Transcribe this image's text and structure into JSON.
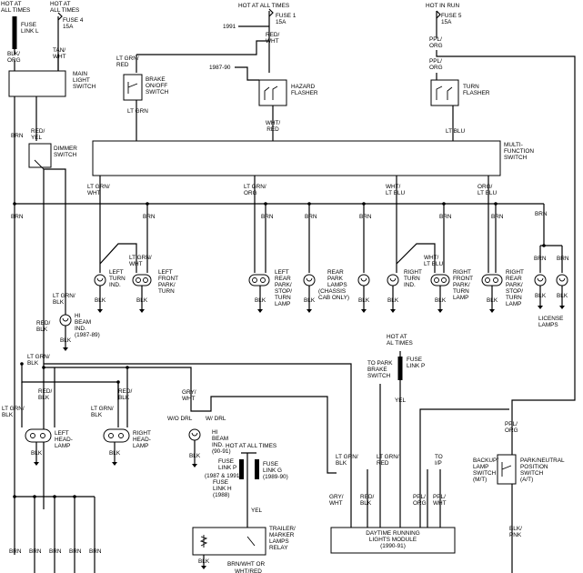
{
  "hot_all_times": "HOT AT ALL TIMES",
  "fuse_link_l": "FUSE LINK L",
  "fuse_4": "FUSE 4 15A",
  "fuse_1": "FUSE 1 15A",
  "hot_in_run": "HOT IN RUN",
  "fuse_5": "FUSE 5 15A",
  "main_light_switch": "MAIN LIGHT SWITCH",
  "brake_switch": "BRAKE ON/OFF SWITCH",
  "hazard_flasher": "HAZARD FLASHER",
  "turn_flasher": "TURN FLASHER",
  "dimmer_switch": "DIMMER SWITCH",
  "multifunction_switch": "MULTI-FUNCTION SWITCH",
  "yr_1991": "1991",
  "yr_1987_90": "1987-90",
  "w_blk_org": "BLK/ ORG",
  "w_tan_wht": "TAN/ WHT",
  "w_red_wht": "RED/ WHT",
  "w_ppl_org": "PPL/ ORG",
  "w_lt_grn_red": "LT GRN/ RED",
  "w_lt_grn": "LT GRN",
  "w_wht_red": "WHT/ RED",
  "w_lt_blu": "LT BLU",
  "w_red_yel": "RED/ YEL",
  "w_brn": "BRN",
  "w_lt_grn_wht": "LT GRN/ WHT",
  "w_lt_grn_org": "LT GRN/ ORG",
  "w_wht_lt_blu": "WHT/ LT BLU",
  "w_org_lt_blu": "ORG/ LT BLU",
  "w_blk": "BLK",
  "w_lt_grn_blk": "LT GRN/ BLK",
  "w_red_blk": "RED/ BLK",
  "w_gry_wht": "GRY/ WHT",
  "w_yel": "YEL",
  "w_ppl_wht": "PPL/ WHT",
  "w_blk_pnk": "BLK/ PNK",
  "w_brn_wht_or": "BRN/WHT OR",
  "w_wht_red_cut": "WHT/RED",
  "w_o_drl": "W/O DRL",
  "w_drl": "W/ DRL",
  "left_turn_ind": "LEFT TURN IND.",
  "left_front_park_turn": "LEFT FRONT PARK/ TURN",
  "left_rear_park_stop_turn": "LEFT REAR PARK/ STOP/ TURN LAMP",
  "rear_park_lamps": "REAR PARK LAMPS (CHASSIS CAB ONLY)",
  "right_turn_ind": "RIGHT TURN IND.",
  "right_front_park_turn": "RIGHT FRONT PARK/ TURN LAMP",
  "right_rear_park_stop_turn": "RIGHT REAR PARK/ STOP/ TURN LAMP",
  "license_lamps": "LICENSE LAMPS",
  "hi_beam_ind_8789": "HI BEAM IND. (1987-89)",
  "hi_beam_ind_9091": "HI BEAM IND. (90-91)",
  "left_head_lamp": "LEFT HEAD- LAMP",
  "right_head_lamp": "RIGHT HEAD- LAMP",
  "hot_al_times": "HOT AT AL TIMES",
  "to_park_brake_switch": "TO PARK BRAKE SWITCH",
  "fuse_link_p": "FUSE LINK P",
  "fuse_links_small": "FUSE LINK P (1987 & 1991) FUSE LINK H (1988)",
  "fuse_link_g": "FUSE LINK G (1989-90)",
  "to_ip": "TO I/P",
  "backup_lamp_switch": "BACKUP/ LAMP SWITCH (M/T)",
  "park_neutral_switch": "PARK/NEUTRAL POSITION SWITCH (A/T)",
  "trailer_relay": "TRAILER/ MARKER LAMPS RELAY",
  "drl_module": "DAYTIME RUNNING LIGHTS MODULE (1990-91)"
}
